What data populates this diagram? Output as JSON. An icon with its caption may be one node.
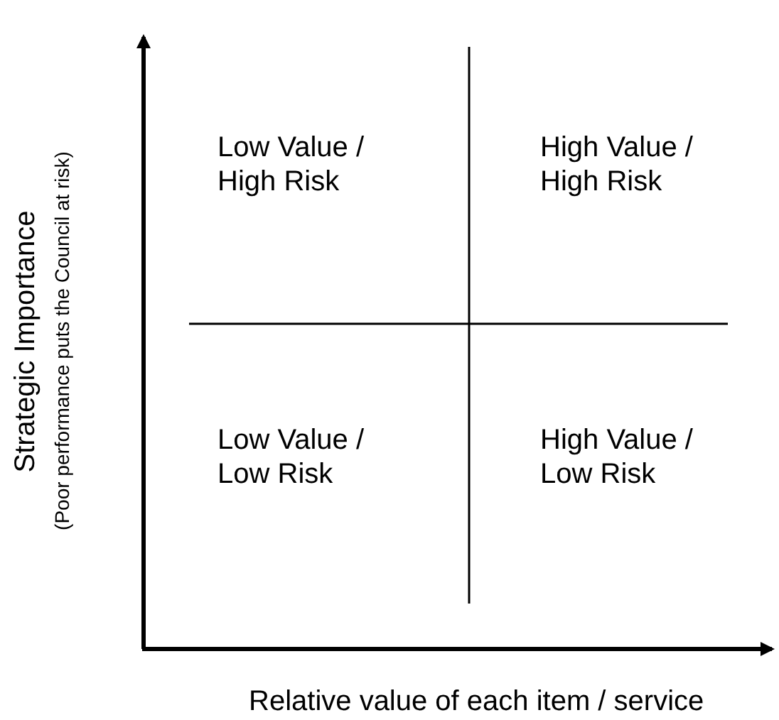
{
  "diagram": {
    "labels": [
      "Low Value / High Risk",
      "High Value / High Risk",
      "Low Value / Low Risk",
      "High Value / Low Risk",
      "Strategic Importance",
      "(Poor performance puts the Council at risk)",
      "Relative value of each item / service"
    ]
  }
}
